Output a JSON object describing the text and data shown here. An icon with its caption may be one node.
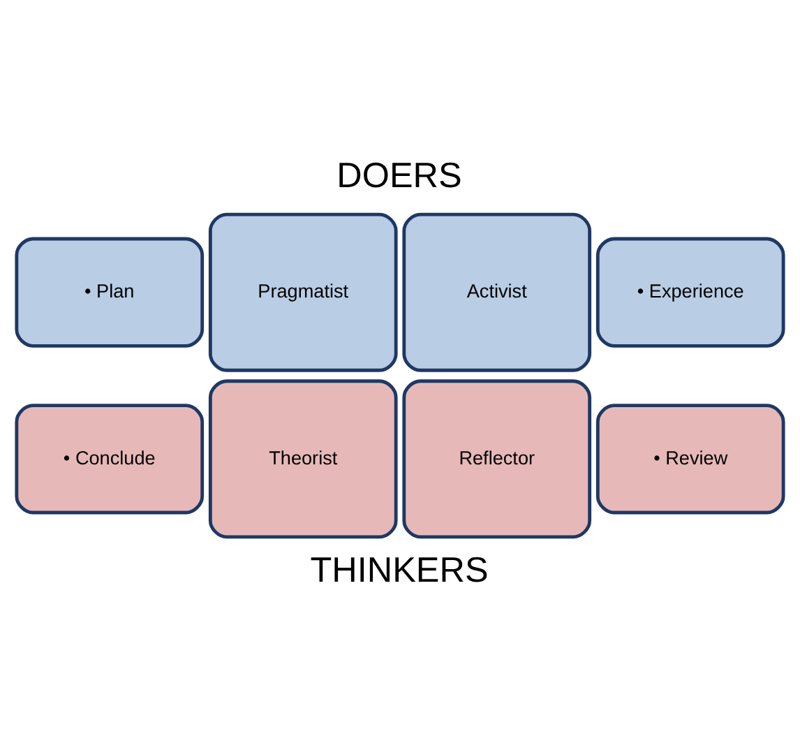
{
  "diagram": {
    "nodes": [
      {
        "text": [
          "• Plan"
        ]
      },
      {
        "text": [
          "Pragmatist"
        ]
      },
      {
        "text": [
          "Activist"
        ]
      },
      {
        "text": [
          "• Experience"
        ]
      },
      {
        "text": [
          "• Conclude"
        ]
      },
      {
        "text": [
          "Theorist"
        ]
      },
      {
        "text": [
          "Reflector"
        ]
      },
      {
        "text": [
          "• Review"
        ]
      }
    ],
    "labels": [
      "DOERS",
      "THINKERS"
    ]
  }
}
